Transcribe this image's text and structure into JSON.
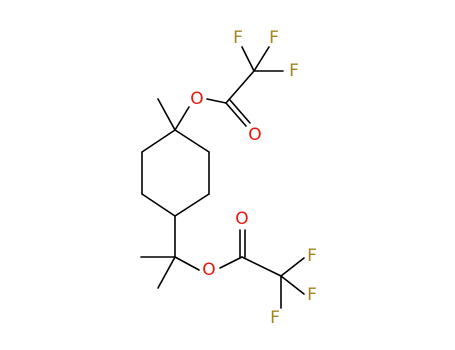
{
  "molecule": {
    "atoms": {
      "F1": {
        "label": "F",
        "color": "#a2861c"
      },
      "F2": {
        "label": "F",
        "color": "#a2861c"
      },
      "F3": {
        "label": "F",
        "color": "#a2861c"
      },
      "O1": {
        "label": "O",
        "color": "#e8170c"
      },
      "O2": {
        "label": "O",
        "color": "#e8170c"
      },
      "O3": {
        "label": "O",
        "color": "#e8170c"
      },
      "O4": {
        "label": "O",
        "color": "#e8170c"
      },
      "F4": {
        "label": "F",
        "color": "#a2861c"
      },
      "F5": {
        "label": "F",
        "color": "#a2861c"
      },
      "F6": {
        "label": "F",
        "color": "#a2861c"
      }
    }
  }
}
